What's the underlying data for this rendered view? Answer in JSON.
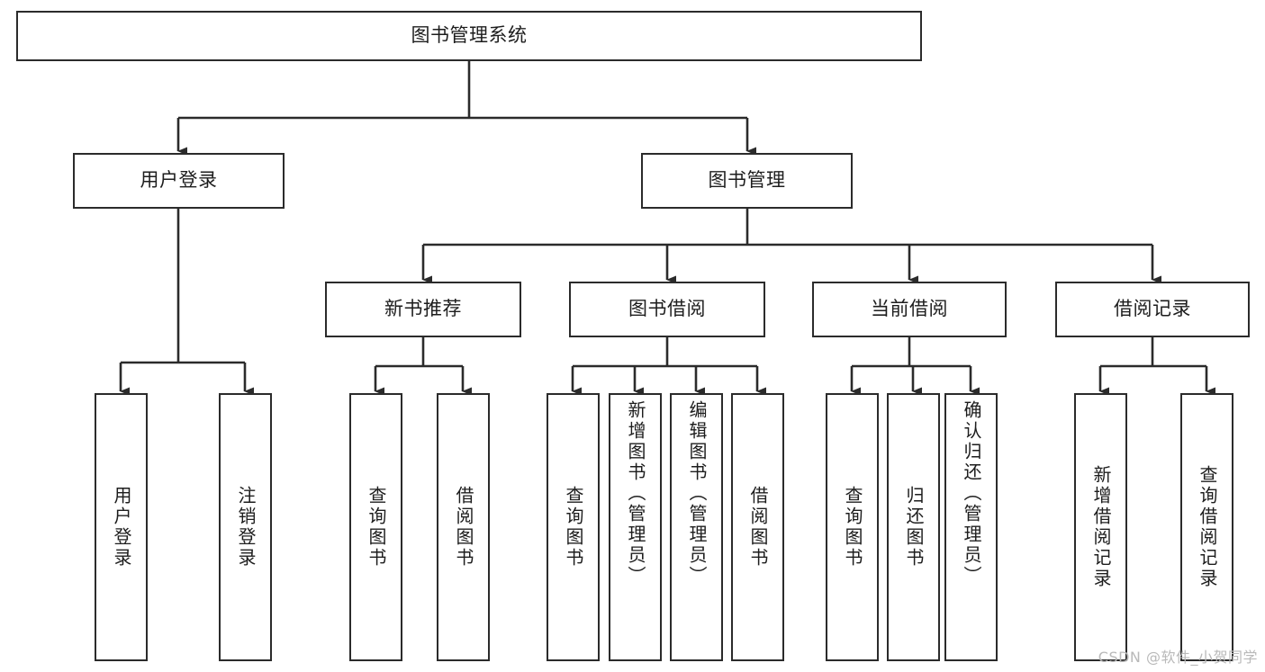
{
  "diagram": {
    "title": "图书管理系统",
    "type": "tree-hierarchy",
    "watermark": "CSDN @软件_小贺同学",
    "colors": {
      "box_border": "#2b2b2b",
      "box_fill": "#ffffff",
      "edge": "#2b2b2b",
      "text": "#1d1d1d",
      "watermark": "#b9b9b9",
      "background": "#ffffff"
    }
  },
  "nodes": {
    "root": {
      "label": "图书管理系统",
      "level": 0,
      "orientation": "horizontal"
    },
    "level1": [
      {
        "id": "user-login",
        "label": "用户登录",
        "orientation": "horizontal"
      },
      {
        "id": "book-management",
        "label": "图书管理",
        "orientation": "horizontal"
      }
    ],
    "level2": [
      {
        "id": "new-book-recommend",
        "label": "新书推荐",
        "orientation": "horizontal",
        "parent": "book-management"
      },
      {
        "id": "book-borrow",
        "label": "图书借阅",
        "orientation": "horizontal",
        "parent": "book-management"
      },
      {
        "id": "current-borrow",
        "label": "当前借阅",
        "orientation": "horizontal",
        "parent": "book-management"
      },
      {
        "id": "borrow-record",
        "label": "借阅记录",
        "orientation": "horizontal",
        "parent": "book-management"
      }
    ],
    "leaves": [
      {
        "id": "leaf-user-login",
        "label": "用户登录",
        "parent": "user-login",
        "orientation": "vertical"
      },
      {
        "id": "leaf-user-logout",
        "label": "注销登录",
        "parent": "user-login",
        "orientation": "vertical"
      },
      {
        "id": "leaf-query-book-1",
        "label": "查询图书",
        "parent": "new-book-recommend",
        "orientation": "vertical"
      },
      {
        "id": "leaf-borrow-book-1",
        "label": "借阅图书",
        "parent": "new-book-recommend",
        "orientation": "vertical"
      },
      {
        "id": "leaf-query-book-2",
        "label": "查询图书",
        "parent": "book-borrow",
        "orientation": "vertical"
      },
      {
        "id": "leaf-add-book",
        "label": "新增图书（管理员）",
        "parent": "book-borrow",
        "orientation": "vertical"
      },
      {
        "id": "leaf-edit-book",
        "label": "编辑图书（管理员）",
        "parent": "book-borrow",
        "orientation": "vertical"
      },
      {
        "id": "leaf-borrow-book-2",
        "label": "借阅图书",
        "parent": "book-borrow",
        "orientation": "vertical"
      },
      {
        "id": "leaf-query-book-3",
        "label": "查询图书",
        "parent": "current-borrow",
        "orientation": "vertical"
      },
      {
        "id": "leaf-return-book",
        "label": "归还图书",
        "parent": "current-borrow",
        "orientation": "vertical"
      },
      {
        "id": "leaf-confirm-return",
        "label": "确认归还（管理员）",
        "parent": "current-borrow",
        "orientation": "vertical"
      },
      {
        "id": "leaf-add-record",
        "label": "新增借阅记录",
        "parent": "borrow-record",
        "orientation": "vertical"
      },
      {
        "id": "leaf-query-record",
        "label": "查询借阅记录",
        "parent": "borrow-record",
        "orientation": "vertical"
      }
    ]
  }
}
